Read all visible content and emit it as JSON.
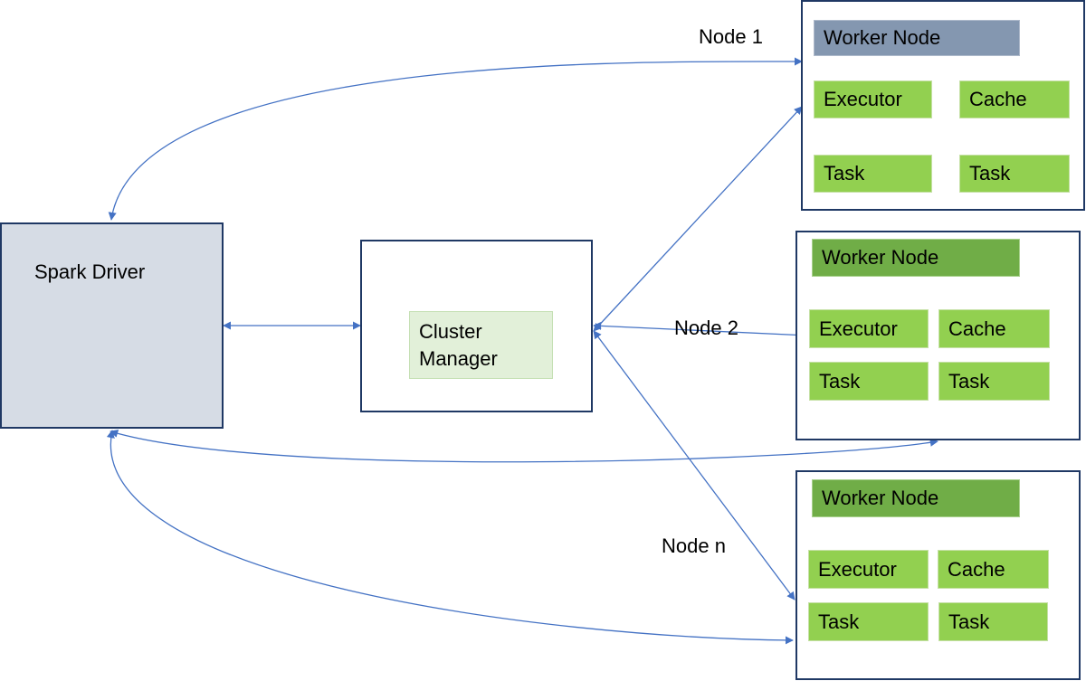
{
  "driver": {
    "label": "Spark Driver"
  },
  "cluster_manager": {
    "line1": "Cluster",
    "line2": "Manager"
  },
  "nodes": [
    {
      "label": "Node 1",
      "header": "Worker Node",
      "executor": "Executor",
      "cache": "Cache",
      "task1": "Task",
      "task2": "Task"
    },
    {
      "label": "Node 2",
      "header": "Worker Node",
      "executor": "Executor",
      "cache": "Cache",
      "task1": "Task",
      "task2": "Task"
    },
    {
      "label": "Node n",
      "header": "Worker Node",
      "executor": "Executor",
      "cache": "Cache",
      "task1": "Task",
      "task2": "Task"
    }
  ],
  "colors": {
    "arrow": "#4472c4",
    "frame": "#1f3864",
    "chip": "#92d050",
    "driver_fill": "#d6dce5"
  }
}
